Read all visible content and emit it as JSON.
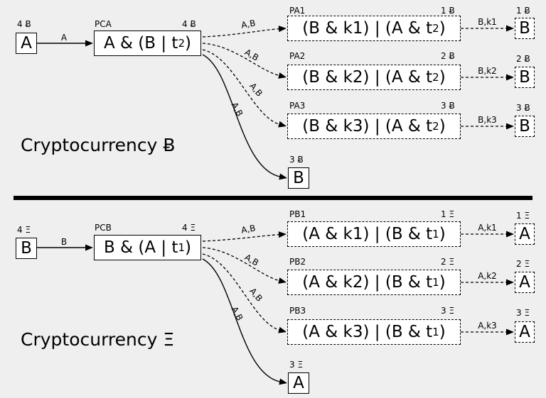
{
  "sections": [
    {
      "currency_label": "Cryptocurrency Ƀ",
      "sender": {
        "label": "A",
        "amount": "4 Ƀ"
      },
      "sender_edge_label": "A",
      "main_contract": {
        "id": "PCA",
        "amount": "4 Ƀ",
        "expr": "A & (B | t",
        "sub": "2",
        "tail": ")"
      },
      "branches": [
        {
          "id": "PA1",
          "amount": "1 Ƀ",
          "expr": "(B & k1) | (A & t",
          "sub": "2",
          "tail": ")",
          "edge_label": "A,B",
          "out_edge_label": "B,k1",
          "recipient": "B",
          "recipient_amount": "1 Ƀ"
        },
        {
          "id": "PA2",
          "amount": "2 Ƀ",
          "expr": "(B & k2) | (A & t",
          "sub": "2",
          "tail": ")",
          "edge_label": "A,B",
          "out_edge_label": "B,k2",
          "recipient": "B",
          "recipient_amount": "2 Ƀ"
        },
        {
          "id": "PA3",
          "amount": "3 Ƀ",
          "expr": "(B & k3) | (A & t",
          "sub": "2",
          "tail": ")",
          "edge_label": "A,B",
          "out_edge_label": "B,k3",
          "recipient": "B",
          "recipient_amount": "3 Ƀ"
        }
      ],
      "direct": {
        "recipient": "B",
        "amount": "3 Ƀ",
        "edge_label": "A,B"
      }
    },
    {
      "currency_label": "Cryptocurrency Ξ",
      "sender": {
        "label": "B",
        "amount": "4 Ξ"
      },
      "sender_edge_label": "B",
      "main_contract": {
        "id": "PCB",
        "amount": "4 Ξ",
        "expr": "B & (A | t",
        "sub": "1",
        "tail": ")"
      },
      "branches": [
        {
          "id": "PB1",
          "amount": "1 Ξ",
          "expr": "(A & k1) | (B & t",
          "sub": "1",
          "tail": ")",
          "edge_label": "A,B",
          "out_edge_label": "A,k1",
          "recipient": "A",
          "recipient_amount": "1 Ξ"
        },
        {
          "id": "PB2",
          "amount": "2 Ξ",
          "expr": "(A & k2) | (B & t",
          "sub": "1",
          "tail": ")",
          "edge_label": "A,B",
          "out_edge_label": "A,k2",
          "recipient": "A",
          "recipient_amount": "2 Ξ"
        },
        {
          "id": "PB3",
          "amount": "3 Ξ",
          "expr": "(A & k3) | (B & t",
          "sub": "1",
          "tail": ")",
          "edge_label": "A,B",
          "out_edge_label": "A,k3",
          "recipient": "A",
          "recipient_amount": "3 Ξ"
        }
      ],
      "direct": {
        "recipient": "A",
        "amount": "3 Ξ",
        "edge_label": "A,B"
      }
    }
  ]
}
